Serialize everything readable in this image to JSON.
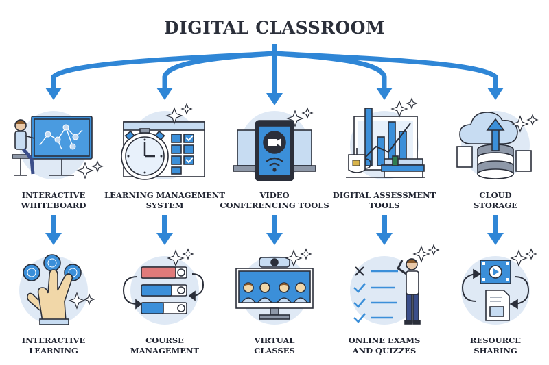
{
  "title": "DIGITAL CLASSROOM",
  "colors": {
    "accent": "#2f86d6",
    "circle": "#dfe9f5",
    "outline": "#2b2f3a",
    "icon_blue": "#3b8fd9",
    "icon_light": "#c7dcf2"
  },
  "top_row": [
    {
      "line1": "INTERACTIVE",
      "line2": "WHITEBOARD",
      "icon": "whiteboard-icon"
    },
    {
      "line1": "LEARNING MANAGEMENT",
      "line2": "SYSTEM",
      "icon": "clock-calendar-icon"
    },
    {
      "line1": "VIDEO",
      "line2": "CONFERENCING TOOLS",
      "icon": "video-conference-icon"
    },
    {
      "line1": "DIGITAL ASSESSMENT",
      "line2": "TOOLS",
      "icon": "chart-books-icon"
    },
    {
      "line1": "CLOUD",
      "line2": "STORAGE",
      "icon": "cloud-upload-icon"
    }
  ],
  "bottom_row": [
    {
      "line1": "INTERACTIVE",
      "line2": "LEARNING",
      "icon": "touch-hand-icon"
    },
    {
      "line1": "COURSE",
      "line2": "MANAGEMENT",
      "icon": "progress-bars-icon"
    },
    {
      "line1": "VIRTUAL",
      "line2": "CLASSES",
      "icon": "video-call-monitor-icon"
    },
    {
      "line1": "ONLINE EXAMS",
      "line2": "AND QUIZZES",
      "icon": "checklist-icon"
    },
    {
      "line1": "RESOURCE",
      "line2": "SHARING",
      "icon": "file-sharing-icon"
    }
  ]
}
